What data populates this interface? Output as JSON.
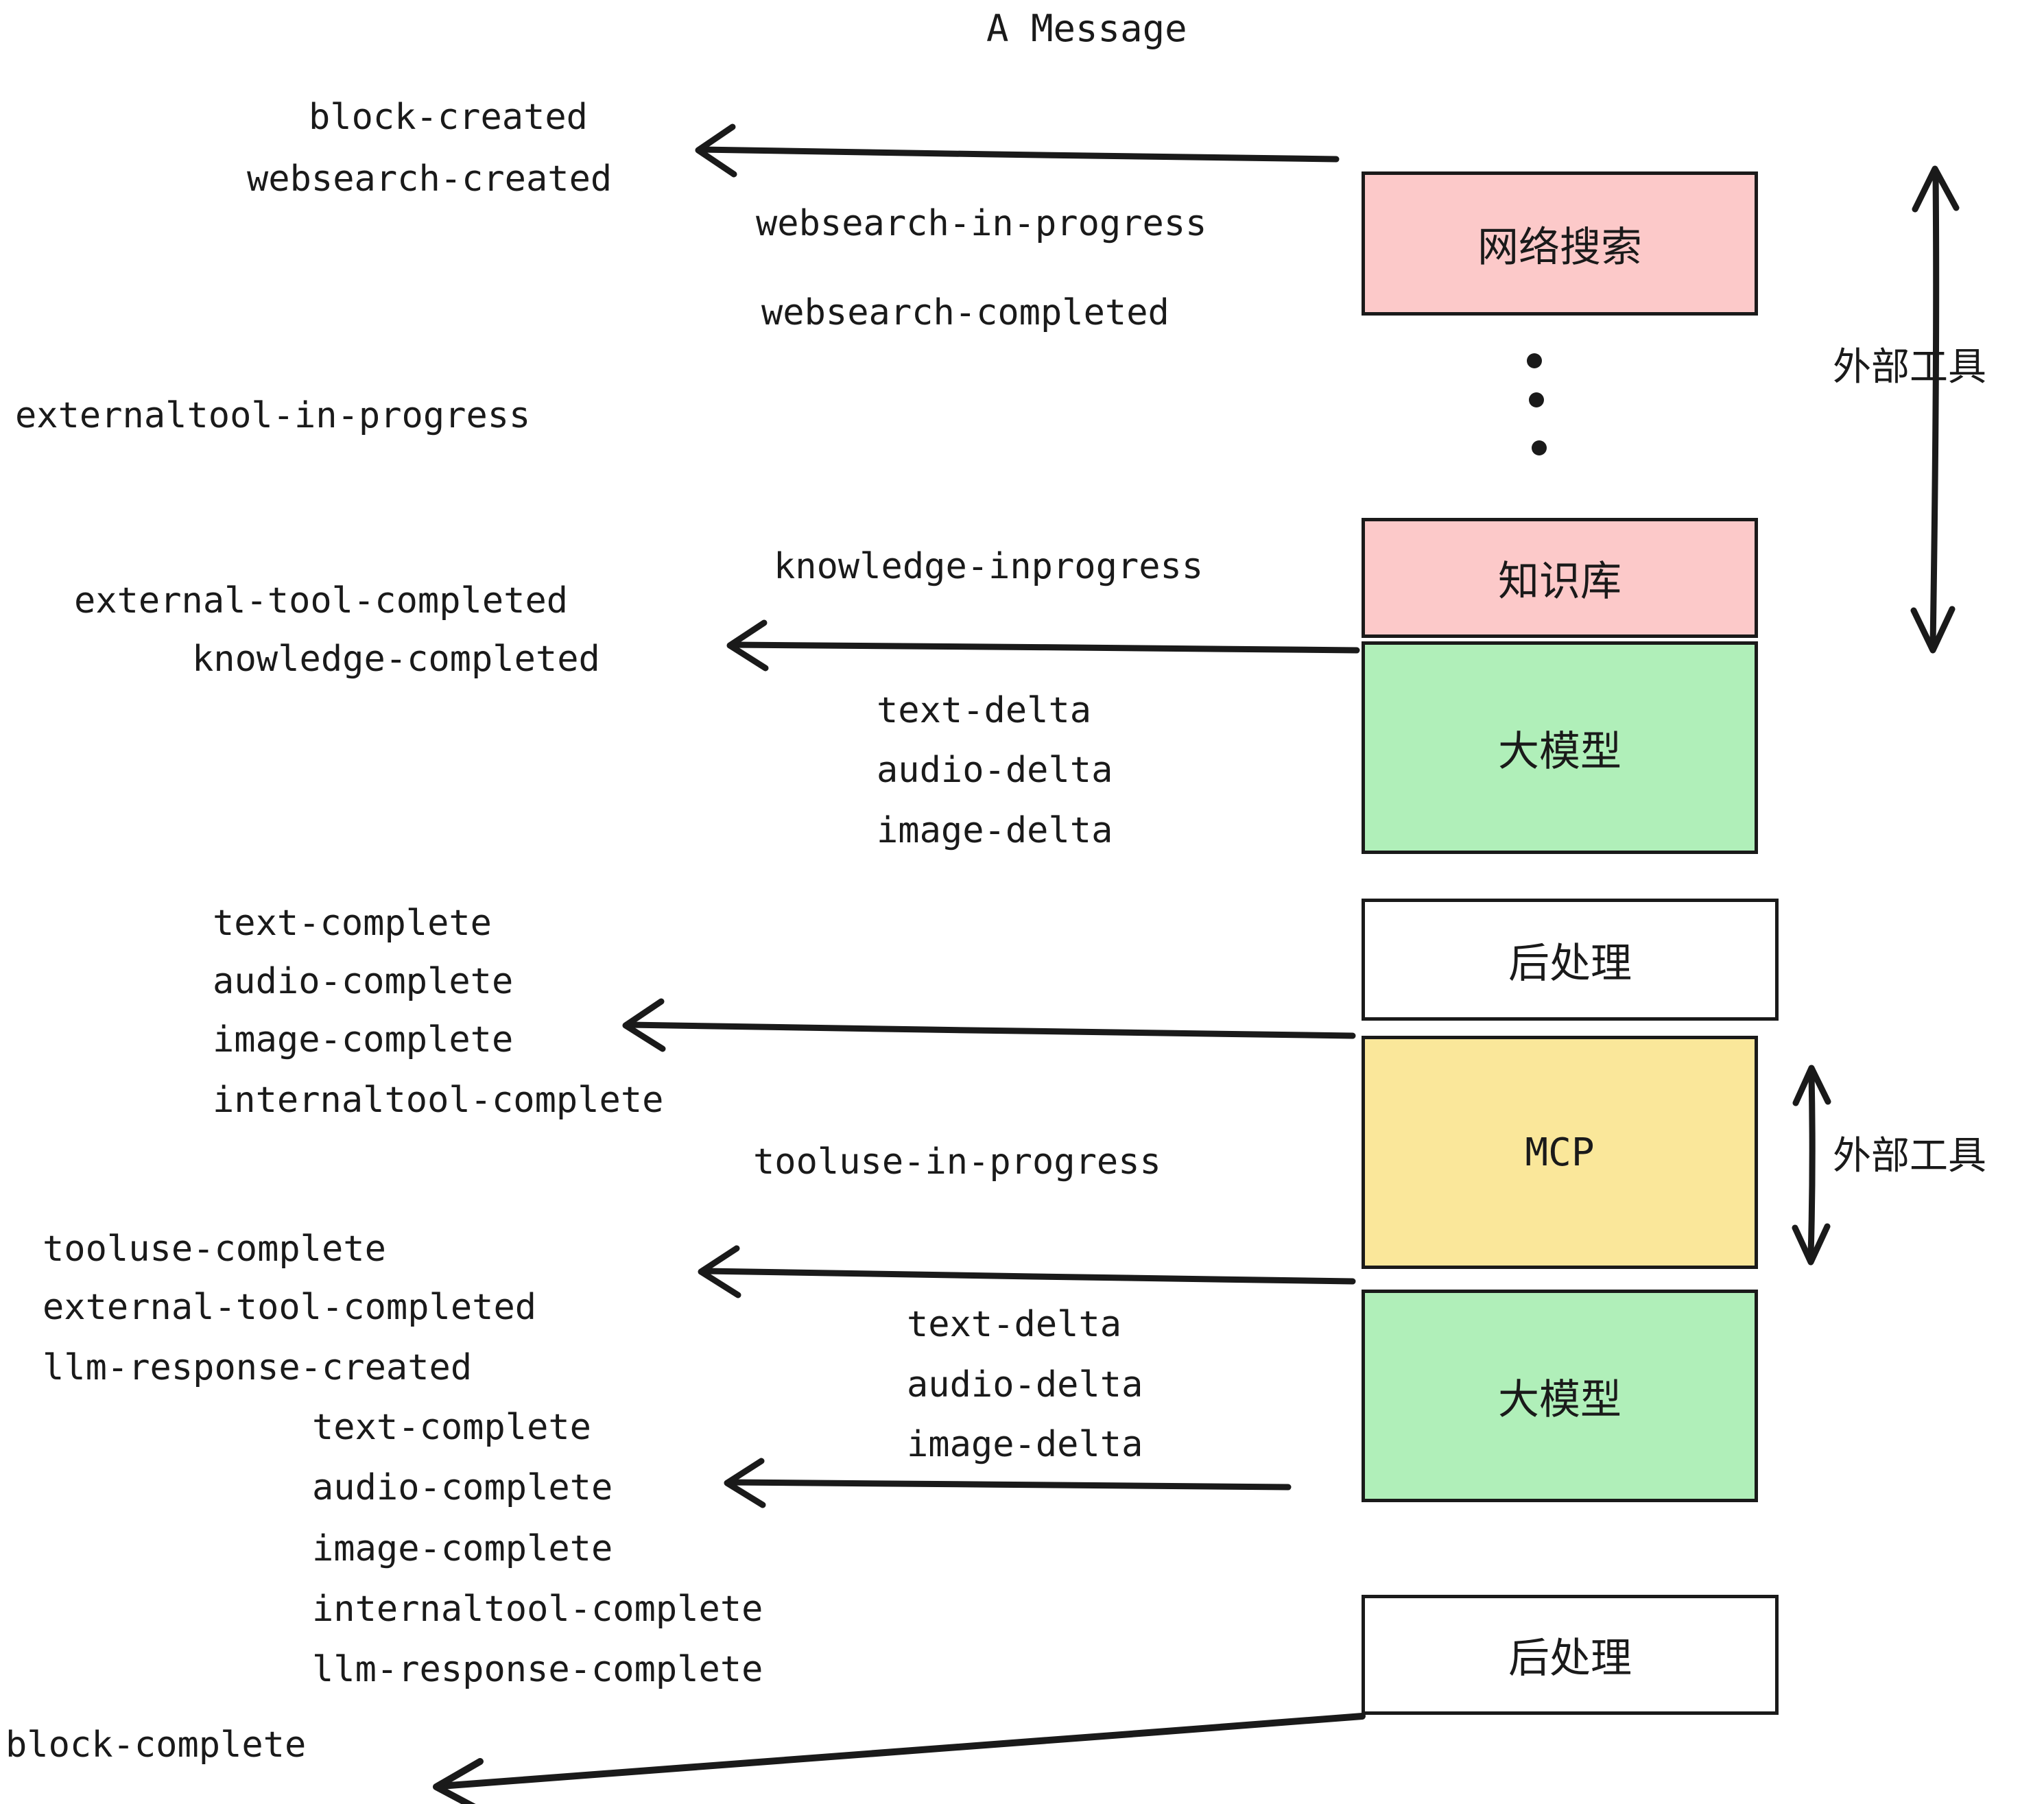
{
  "title": "A Message",
  "colors": {
    "external_tool_fill": "#fcc9c9",
    "llm_fill": "#b0efb9",
    "mcp_fill": "#fae79a",
    "postprocess_fill": "#ffffff",
    "stroke": "#1a1a1a",
    "text": "#1a1a1a",
    "background": "#ffffff"
  },
  "boxes": [
    {
      "id": "websearch",
      "label": "网络搜索",
      "fill_key": "external_tool_fill"
    },
    {
      "id": "knowledge",
      "label": "知识库",
      "fill_key": "external_tool_fill"
    },
    {
      "id": "llm-1",
      "label": "大模型",
      "fill_key": "llm_fill"
    },
    {
      "id": "postprocess-1",
      "label": "后处理",
      "fill_key": "postprocess_fill"
    },
    {
      "id": "mcp",
      "label": "MCP",
      "fill_key": "mcp_fill"
    },
    {
      "id": "llm-2",
      "label": "大模型",
      "fill_key": "llm_fill"
    },
    {
      "id": "postprocess-2",
      "label": "后处理",
      "fill_key": "postprocess_fill"
    }
  ],
  "side_labels": [
    {
      "id": "external-tools-top",
      "label": "外部工具"
    },
    {
      "id": "external-tools-bottom",
      "label": "外部工具"
    }
  ],
  "events": [
    {
      "id": "block-created",
      "label": "block-created"
    },
    {
      "id": "websearch-created",
      "label": "websearch-created"
    },
    {
      "id": "websearch-in-progress",
      "label": "websearch-in-progress"
    },
    {
      "id": "websearch-completed",
      "label": "websearch-completed"
    },
    {
      "id": "externaltool-in-progress",
      "label": "externaltool-in-progress"
    },
    {
      "id": "knowledge-inprogress",
      "label": "knowledge-inprogress"
    },
    {
      "id": "external-tool-completed-1",
      "label": "external-tool-completed"
    },
    {
      "id": "knowledge-completed",
      "label": "knowledge-completed"
    },
    {
      "id": "text-delta-1",
      "label": "text-delta"
    },
    {
      "id": "audio-delta-1",
      "label": "audio-delta"
    },
    {
      "id": "image-delta-1",
      "label": "image-delta"
    },
    {
      "id": "text-complete-1",
      "label": "text-complete"
    },
    {
      "id": "audio-complete-1",
      "label": "audio-complete"
    },
    {
      "id": "image-complete-1",
      "label": "image-complete"
    },
    {
      "id": "internaltool-complete-1",
      "label": "internaltool-complete"
    },
    {
      "id": "tooluse-in-progress",
      "label": "tooluse-in-progress"
    },
    {
      "id": "tooluse-complete",
      "label": "tooluse-complete"
    },
    {
      "id": "external-tool-completed-2",
      "label": "external-tool-completed"
    },
    {
      "id": "llm-response-created",
      "label": "llm-response-created"
    },
    {
      "id": "text-delta-2",
      "label": "text-delta"
    },
    {
      "id": "audio-delta-2",
      "label": "audio-delta"
    },
    {
      "id": "image-delta-2",
      "label": "image-delta"
    },
    {
      "id": "text-complete-2",
      "label": "text-complete"
    },
    {
      "id": "audio-complete-2",
      "label": "audio-complete"
    },
    {
      "id": "image-complete-2",
      "label": "image-complete"
    },
    {
      "id": "internaltool-complete-2",
      "label": "internaltool-complete"
    },
    {
      "id": "llm-response-complete",
      "label": "llm-response-complete"
    },
    {
      "id": "block-complete",
      "label": "block-complete"
    }
  ],
  "ellipsis": {
    "id": "vertical-ellipsis",
    "dot_count": 3
  }
}
